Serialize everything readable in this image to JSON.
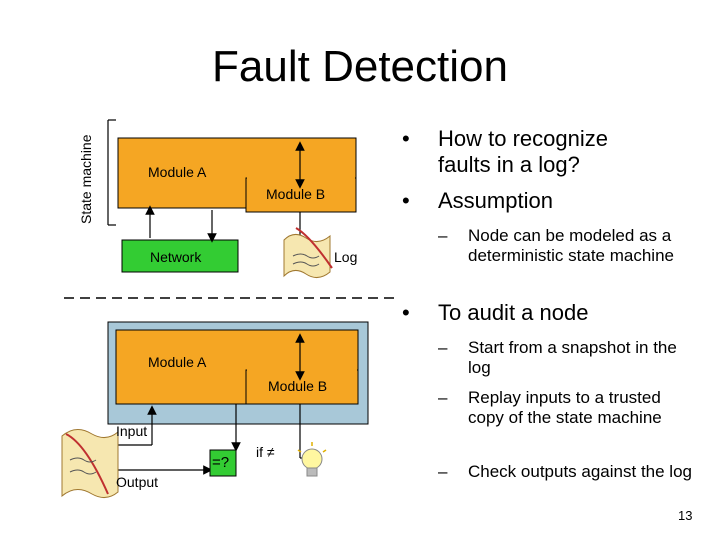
{
  "title": "Fault Detection",
  "state_machine_label": "State machine",
  "top_diagram": {
    "module_a": "Module A",
    "module_b": "Module B",
    "network": "Network",
    "log": "Log"
  },
  "bottom_diagram": {
    "module_a": "Module A",
    "module_b": "Module B",
    "input": "Input",
    "output": "Output",
    "compare": "=?",
    "if_not_equal": "if ≠"
  },
  "bullets": {
    "b1": "How to recognize faults in a log?",
    "b2": "Assumption",
    "b2_sub1": "Node can be modeled as a deterministic state machine",
    "b3": "To audit a node",
    "b3_sub1": "Start from a snapshot in the log",
    "b3_sub2": "Replay inputs to a trusted copy of the state machine",
    "b3_sub3": "Check outputs against the log"
  },
  "page_number": "13",
  "colors": {
    "module": "#f5a623",
    "network": "#33cc33",
    "bottom_bg": "#a8c8d8"
  }
}
